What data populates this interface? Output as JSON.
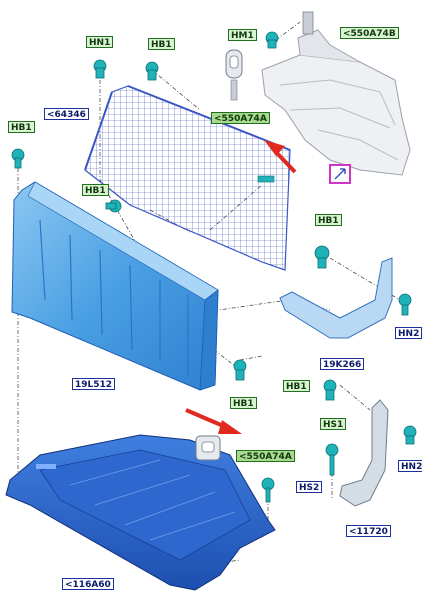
{
  "colors": {
    "part_blue": "#4a9fe3",
    "part_dark_blue": "#1d5fb8",
    "mesh_blue": "#3b55c4",
    "fastener_teal": "#1fb3b9",
    "arrow_red": "#e02a1f",
    "callout_magenta": "#d233c8",
    "label_green_bg": "#d9f2cf",
    "label_blue_border": "#1d2f9a"
  },
  "labels": {
    "hn1_top": "HN1",
    "hb1_top": "HB1",
    "hm1": "HM1",
    "ref_550a74b": "<550A74B",
    "ref_64346": "<64346",
    "ref_550a74a_top": "<550A74A",
    "hb1_left": "HB1",
    "hb1_center": "HB1",
    "hb1_right": "HB1",
    "ref_19l512": "19L512",
    "hn2_upper": "HN2",
    "ref_19k266": "19K266",
    "hb1_lower_center": "HB1",
    "hb1_lower_right": "HB1",
    "hs1": "HS1",
    "hn2_lower": "HN2",
    "ref_550a74a_bottom": "<550A74A",
    "hs2": "HS2",
    "ref_11720": "<11720",
    "ref_116a60": "<116A60"
  }
}
